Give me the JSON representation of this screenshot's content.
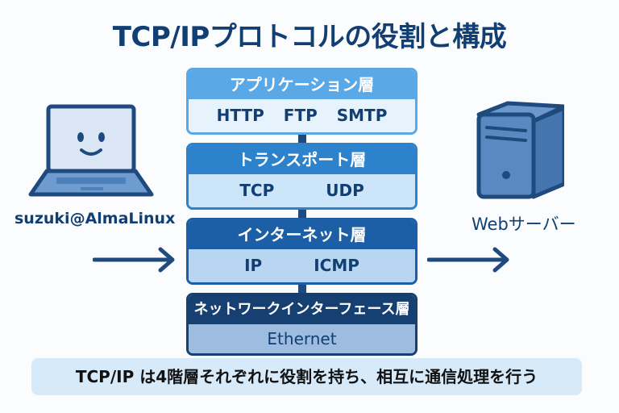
{
  "title": "TCP/IPプロトコルの役割と構成",
  "client": {
    "label": "suzuki@AlmaLinux",
    "icon": "laptop-icon"
  },
  "server": {
    "label": "Webサーバー",
    "icon": "server-icon"
  },
  "layers": [
    {
      "name": "アプリケーション層",
      "protocols": [
        "HTTP",
        "FTP",
        "SMTP"
      ]
    },
    {
      "name": "トランスポート層",
      "protocols": [
        "TCP",
        "UDP"
      ]
    },
    {
      "name": "インターネット層",
      "protocols": [
        "IP",
        "ICMP"
      ]
    },
    {
      "name": "ネットワークインターフェース層",
      "protocols": [
        "Ethernet"
      ]
    }
  ],
  "summary": "TCP/IP は4階層それぞれに役割を持ち、相互に通信処理を行う",
  "colors": {
    "primary": "#123f73",
    "app": "#5aa8e6",
    "transport": "#2d82cc",
    "internet": "#1d5fa6",
    "netif": "#163f72"
  }
}
